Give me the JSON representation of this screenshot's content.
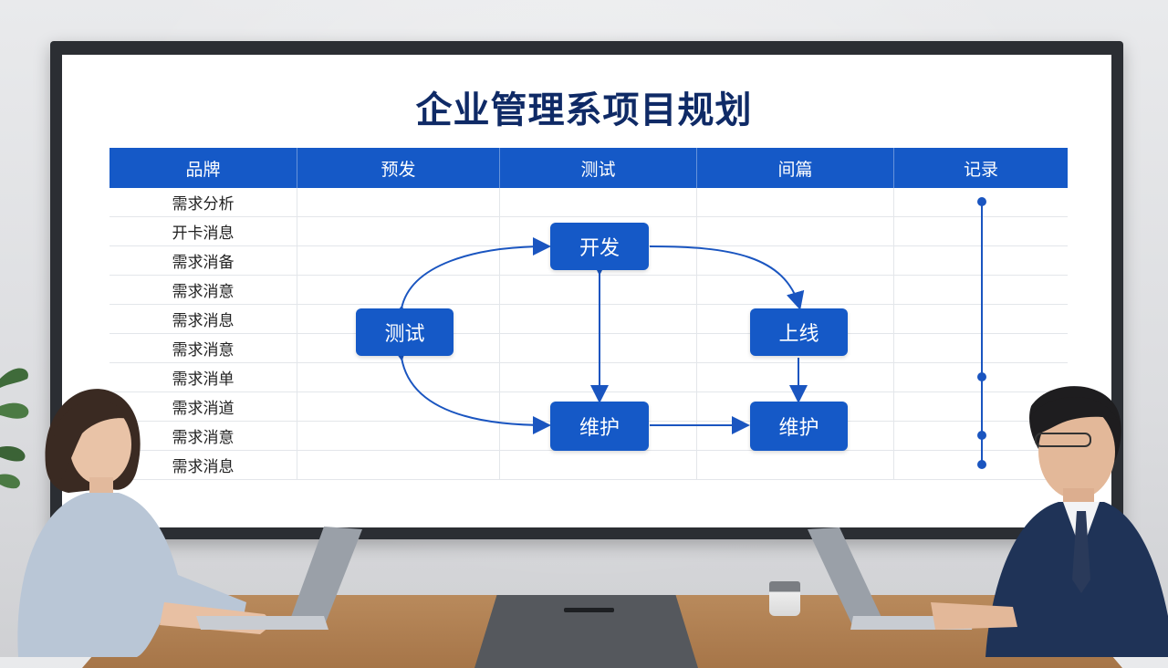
{
  "slide": {
    "title": "企业管理系项目规划",
    "columns": [
      "品牌",
      "预发",
      "测试",
      "间篇",
      "记录"
    ],
    "rows": [
      "需求分析",
      "开卡消息",
      "需求消备",
      "需求消意",
      "需求消息",
      "需求消意",
      "需求消单",
      "需求消道",
      "需求消意",
      "需求消息"
    ],
    "flow_nodes": {
      "develop": "开发",
      "test": "测试",
      "launch": "上线",
      "maintain_left": "维护",
      "maintain_right": "维护"
    }
  },
  "colors": {
    "header_blue": "#1559c7",
    "title_navy": "#0f2a66",
    "arrow_blue": "#1a55c0"
  }
}
